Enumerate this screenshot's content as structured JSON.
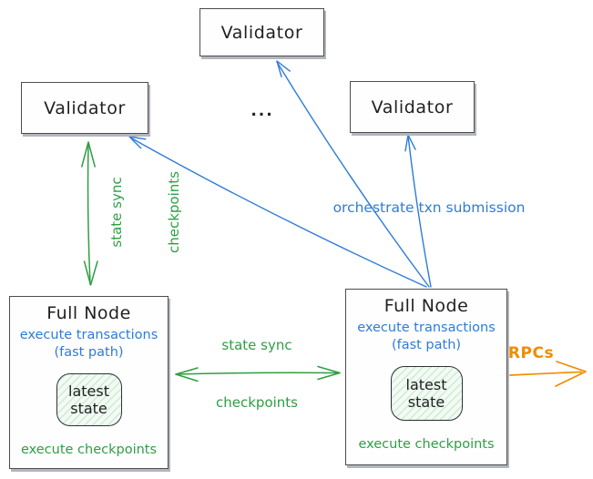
{
  "colors": {
    "green": "#2f9e44",
    "blue": "#2e7cd9",
    "orange": "#f08c00",
    "ink": "#1f2023",
    "box-border": "#4a4d52",
    "box-shadow": "#b3b6ba",
    "state-border": "#2c3237",
    "state-fill": "#f3faf4",
    "state-hatch": "#cdebd3"
  },
  "validators": {
    "top": {
      "label": "Validator"
    },
    "left": {
      "label": "Validator"
    },
    "right": {
      "label": "Validator"
    },
    "ellipsis": "..."
  },
  "full_nodes": {
    "left": {
      "title": "Full Node",
      "fast_path_line1": "execute transactions",
      "fast_path_line2": "(fast path)",
      "state_line1": "latest",
      "state_line2": "state",
      "checkpoints": "execute checkpoints"
    },
    "right": {
      "title": "Full Node",
      "fast_path_line1": "execute transactions",
      "fast_path_line2": "(fast path)",
      "state_line1": "latest",
      "state_line2": "state",
      "checkpoints": "execute checkpoints"
    }
  },
  "edge_labels": {
    "vertical_sync_line1": "state sync",
    "vertical_sync_line2": "checkpoints",
    "horizontal_sync_line1": "state sync",
    "horizontal_sync_line2": "checkpoints",
    "orchestrate": "orchestrate txn submission",
    "rpcs": "RPCs"
  }
}
